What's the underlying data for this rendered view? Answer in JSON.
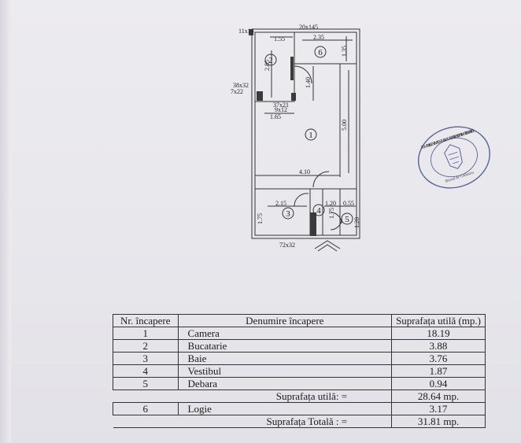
{
  "plan": {
    "dims": {
      "top_small": "11x14",
      "top_right": "20x145",
      "w_155": "1.55",
      "w_235": "2.35",
      "h_135": "1.35",
      "h_285": "2.85",
      "h_140": "1.40",
      "win_left": "38x32",
      "win_left2": "7x22",
      "door_a": "37x21",
      "door_b": "9x12",
      "w_165": "1.65",
      "h_500": "5.00",
      "w_410": "4.10",
      "w_215": "2.15",
      "w_120": "1.20",
      "w_055": "0.55",
      "h_175a": "1.75",
      "h_175b": "1.75",
      "h_120": "1.20",
      "entrance": "72x32"
    },
    "room_numbers": [
      "1",
      "2",
      "3",
      "4",
      "5",
      "6"
    ]
  },
  "stamp": {
    "outer_text": "ROMANIA · AGENTIA NATIONALA DE CADASTRU SI PUBLICITATE IMOBILIARA · OFICIUL",
    "inner_text": "Biroul de Cadastru"
  },
  "table": {
    "headers": [
      "Nr. încapere",
      "Denumire încapere",
      "Suprafața utilă (mp.)"
    ],
    "rows": [
      {
        "nr": "1",
        "name": "Camera",
        "area": "18.19"
      },
      {
        "nr": "2",
        "name": "Bucatarie",
        "area": "3.88"
      },
      {
        "nr": "3",
        "name": "Baie",
        "area": "3.76"
      },
      {
        "nr": "4",
        "name": "Vestibul",
        "area": "1.87"
      },
      {
        "nr": "5",
        "name": "Debara",
        "area": "0.94"
      }
    ],
    "useful_label": "Suprafața utilă: =",
    "useful_value": "28.64 mp.",
    "extra_row": {
      "nr": "6",
      "name": "Logie",
      "area": "3.17"
    },
    "total_label": "Suprafața Totală : =",
    "total_value": "31.81 mp."
  }
}
